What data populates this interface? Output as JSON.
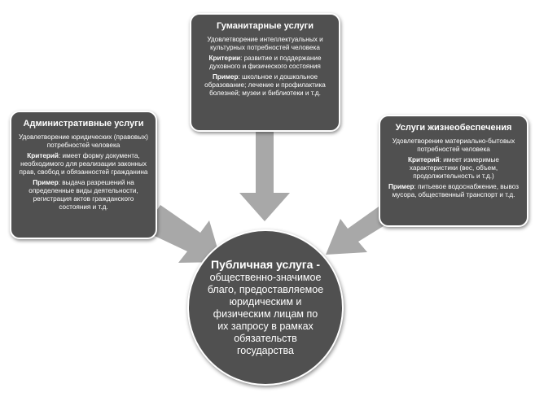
{
  "boxes": {
    "left": {
      "title": "Административные услуги",
      "desc": "Удовлетворение юридических (правовых) потребностей человека",
      "criterion_label": "Критерий",
      "criterion_text": ": имеет форму документа, необходимого для реализации законных прав, свобод и обязанностей гражданина",
      "example_label": "Пример",
      "example_text": ": выдача разрешений на определенные виды деятельности, регистрация актов гражданского состояния и т.д."
    },
    "top": {
      "title": "Гуманитарные услуги",
      "desc": "Удовлетворение интеллектуальных и культурных потребностей человека",
      "criterion_label": "Критерии",
      "criterion_text": ": развитие и поддержание духовного и физического состояния",
      "example_label": "Пример",
      "example_text": ": школьное и дошкольное образование; лечение и профилактика болезней; музеи и библиотеки и т.д."
    },
    "right": {
      "title": "Услуги жизнеобеспечения",
      "desc": "Удовлетворение материально-бытовых потребностей человека",
      "criterion_label": "Критерий",
      "criterion_text": ": имеет измеримые характеристики (вес, объем, продолжительность и т.д.)",
      "example_label": "Пример",
      "example_text": ": питьевое водоснабжение, вывоз мусора, общественный транспорт и т.д."
    }
  },
  "center": {
    "title": "Публичная услуга -",
    "body": "общественно-значимое благо, предоставляемое юридическим и физическим лицам по их запросу в рамках обязательств государства"
  },
  "colors": {
    "box_fill": "#505050",
    "arrow_fill": "#a8a8a8",
    "text": "#ffffff"
  }
}
